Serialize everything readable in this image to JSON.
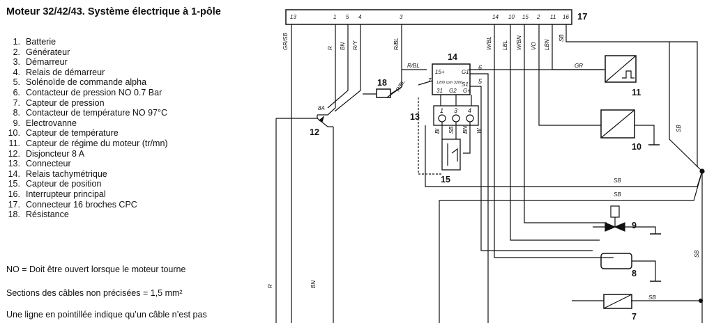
{
  "title": "Moteur 32/42/43. Système électrique à 1-pôle",
  "legend": [
    {
      "num": "1.",
      "label": "Batterie"
    },
    {
      "num": "2.",
      "label": "Générateur"
    },
    {
      "num": "3.",
      "label": "Démarreur"
    },
    {
      "num": "4.",
      "label": "Relais de démarreur"
    },
    {
      "num": "5.",
      "label": "Solénoïde de commande alpha"
    },
    {
      "num": "6.",
      "label": "Contacteur de pression NO 0.7 Bar"
    },
    {
      "num": "7.",
      "label": "Capteur de pression"
    },
    {
      "num": "8.",
      "label": "Contacteur de température NO 97°C"
    },
    {
      "num": "9.",
      "label": "Electrovanne"
    },
    {
      "num": "10.",
      "label": "Capteur de température"
    },
    {
      "num": "11.",
      "label": "Capteur de régime du moteur (tr/mn)"
    },
    {
      "num": "12.",
      "label": "Disjoncteur 8 A"
    },
    {
      "num": "13.",
      "label": "Connecteur"
    },
    {
      "num": "14.",
      "label": "Relais tachymétrique"
    },
    {
      "num": "15.",
      "label": "Capteur de position"
    },
    {
      "num": "16.",
      "label": "Interrupteur principal"
    },
    {
      "num": "17.",
      "label": "Connecteur 16 broches CPC"
    },
    {
      "num": "18.",
      "label": "Résistance"
    }
  ],
  "notes": {
    "no_definition": "NO = Doit être ouvert lorsque le moteur tourne",
    "cable_sections": "Sections des câbles non précisées = 1,5  mm²",
    "dashed_line": "Une ligne en pointillée indique qu’un câble n’est pas"
  },
  "diagram": {
    "connector_pins": [
      "13",
      "1",
      "5",
      "4",
      "3",
      "14",
      "10",
      "15",
      "2",
      "11",
      "16"
    ],
    "connector_label": "17",
    "wire_labels": {
      "gr_sb": "GR/SB",
      "r": "R",
      "bn": "BN",
      "r_y": "R/Y",
      "r_bl": "R/BL",
      "w_bl": "W/BL",
      "lbl": "LBL",
      "w_bn": "W/BN",
      "vo": "VO",
      "lbn": "LBN",
      "sb": "SB",
      "gr": "GR",
      "r_bl_2": "R/BL",
      "r_bl_3": "R/BL",
      "sb_2": "SB",
      "sb_3": "SB",
      "sb_4": "SB",
      "sb_5": "SB",
      "sb_6": "SB",
      "r_low": "R",
      "bn_low": "BN",
      "bl": "Bl",
      "sb_15": "SB",
      "bn_15": "BN",
      "w_15": "W"
    },
    "components": {
      "c11": "11",
      "c10": "10",
      "c9": "9",
      "c8": "8",
      "c7": "7",
      "c12": "12",
      "c13": "13",
      "c14": "14",
      "c15": "15",
      "c18": "18"
    },
    "relay_terminals": {
      "t15": "15+",
      "g1": "G1",
      "t7": "7",
      "t31": "31",
      "g2": "G2",
      "s1": "S1",
      "gplus": "G+",
      "n6": "6",
      "n5": "5",
      "rpm": "1200 rpm 3200"
    },
    "block13_terminals": [
      "1",
      "3",
      "4"
    ],
    "breaker_label": "8A"
  },
  "colors": {
    "ink": "#111111",
    "background": "#ffffff"
  }
}
